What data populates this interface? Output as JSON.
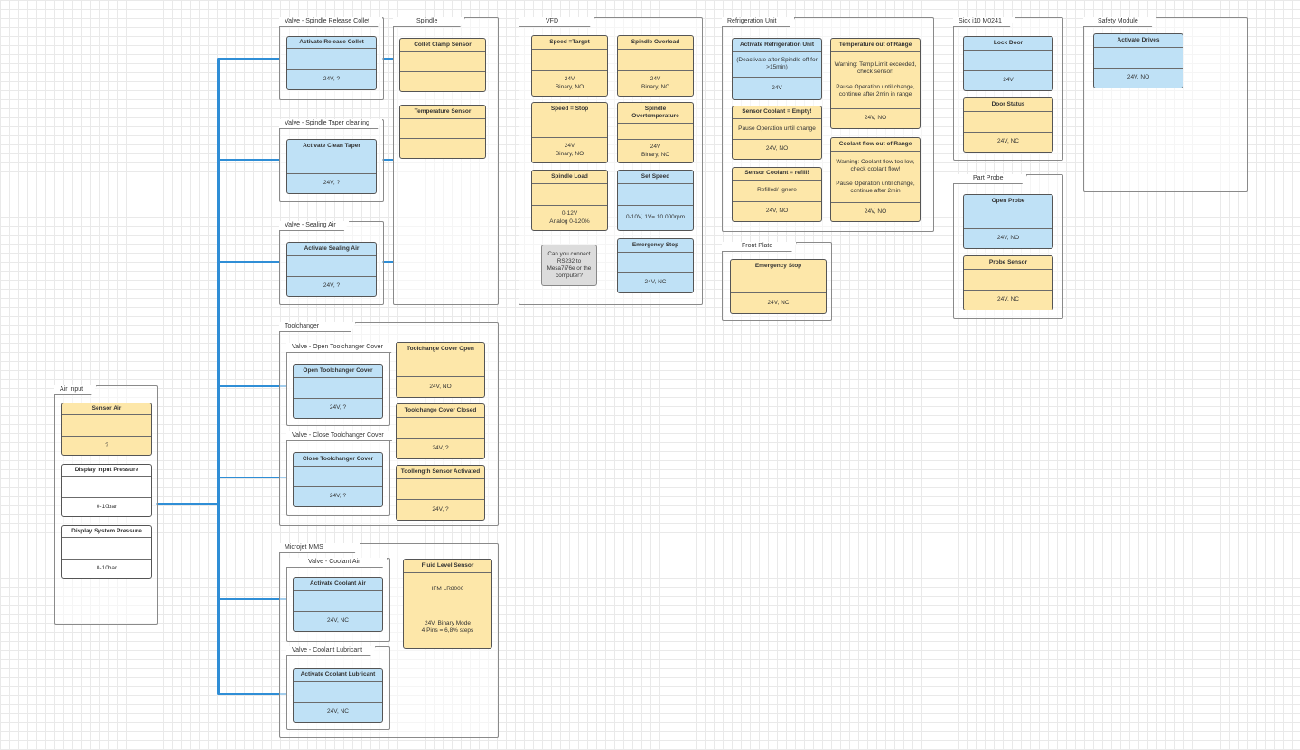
{
  "colors": {
    "blue_card": "#bfe1f6",
    "yellow_card": "#fde7a9",
    "connector": "#2f8ed6",
    "gray_card": "#dcdcdc"
  },
  "frames": {
    "air_input": "Air Input",
    "valve_release_collet": "Valve - Spindle Release Collet",
    "spindle": "Spindle",
    "valve_taper_cleaning": "Valve - Spindle Taper cleaning",
    "valve_sealing_air": "Valve - Sealing Air",
    "toolchanger": "Toolchanger",
    "valve_open_cover": "Valve - Open Toolchanger Cover",
    "valve_close_cover": "Valve - Close Toolchanger Cover",
    "microjet": "Microjet MMS",
    "valve_coolant_air": "Valve - Coolant Air",
    "valve_coolant_lubricant": "Valve - Coolant Lubricant",
    "vfd": "VFD",
    "refrigeration": "Refrigeration Unit",
    "front_plate": "Front Plate",
    "sick": "Sick i10 M0241",
    "part_probe": "Part Probe",
    "safety": "Safety Module"
  },
  "cards": {
    "sensor_air": {
      "title": "Sensor Air",
      "value": "?"
    },
    "display_input": {
      "title": "Display Input Pressure",
      "value": "0-10bar"
    },
    "display_system": {
      "title": "Display System Pressure",
      "value": "0-10bar"
    },
    "release_collet": {
      "title": "Activate Release Collet",
      "value": "24V, ?"
    },
    "collet_clamp": {
      "title": "Collet Clamp Sensor"
    },
    "temperature_sensor": {
      "title": "Temperature Sensor"
    },
    "clean_taper": {
      "title": "Activate Clean Taper",
      "value": "24V, ?"
    },
    "sealing_air": {
      "title": "Activate Sealing Air",
      "value": "24V, ?"
    },
    "open_cover": {
      "title": "Open Toolchanger Cover",
      "value": "24V, ?"
    },
    "cover_open": {
      "title": "Toolchange Cover  Open",
      "value": "24V, NO"
    },
    "close_cover": {
      "title": "Close Toolchanger Cover",
      "value": "24V, ?"
    },
    "cover_closed": {
      "title": "Toolchange Cover Closed",
      "value": "24V, ?"
    },
    "toollength": {
      "title": "Toollength Sensor Activated",
      "value": "24V, ?"
    },
    "coolant_air": {
      "title": "Activate Coolant Air",
      "value": "24V, NC"
    },
    "fluid_level": {
      "title": "Fluid Level Sensor",
      "middle": "IFM LR8000",
      "value": "24V, Binary Mode\n4 Pins = 6,8% steps"
    },
    "coolant_lubricant": {
      "title": "Activate Coolant Lubricant",
      "value": "24V, NC"
    },
    "speed_target": {
      "title": "Speed =Target",
      "value": "24V\nBinary, NO"
    },
    "spindle_overload": {
      "title": "Spindle Overload",
      "value": "24V\nBinary, NC"
    },
    "speed_stop": {
      "title": "Speed = Stop",
      "value": "24V\nBinary, NO"
    },
    "spindle_overtemp": {
      "title": "Spindle\nOvertemperature",
      "value": "24V\nBinary, NC"
    },
    "spindle_load": {
      "title": "Spindle Load",
      "value": "0-12V\nAnalog 0-120%"
    },
    "set_speed": {
      "title": "Set Speed",
      "value": "0-10V, 1V= 10.000rpm"
    },
    "rs232_note": {
      "text": "Can you connect RS232 to Mesa7i76e or the computer?"
    },
    "emergency_vfd": {
      "title": "Emergency Stop",
      "value": "24V, NC"
    },
    "refrig_unit": {
      "title": "Activate Refrigeration Unit",
      "middle": "(Deactivate after Spindle off for >15min)",
      "value": "24V"
    },
    "temp_range": {
      "title": "Temperature out of Range",
      "middle": "Warning: Temp Limit exceeded, check sensor!\n\nPause Operation until change, continue after 2min in range",
      "value": "24V, NO"
    },
    "coolant_empty": {
      "title": "Sensor Coolant = Empty!",
      "middle": "Pause Operation until change",
      "value": "24V, NO"
    },
    "coolant_flow": {
      "title": "Coolant flow out of Range",
      "middle": "Warning: Coolant flow too low, check coolant flow!\n\nPause Operation until change, continue after 2min",
      "value": "24V, NO"
    },
    "coolant_refill": {
      "title": "Sensor Coolant = refill!",
      "middle": "Refilled/ Ignore",
      "value": "24V, NO"
    },
    "emergency_front": {
      "title": "Emergency Stop",
      "value": "24V, NC"
    },
    "lock_door": {
      "title": "Lock Door",
      "value": "24V"
    },
    "door_status": {
      "title": "Door Status",
      "value": "24V, NC"
    },
    "open_probe": {
      "title": "Open Probe",
      "value": "24V, NO"
    },
    "probe_sensor": {
      "title": "Probe Sensor",
      "value": "24V, NC"
    },
    "activate_drives": {
      "title": "Activate Drives",
      "value": "24V, NO"
    }
  }
}
